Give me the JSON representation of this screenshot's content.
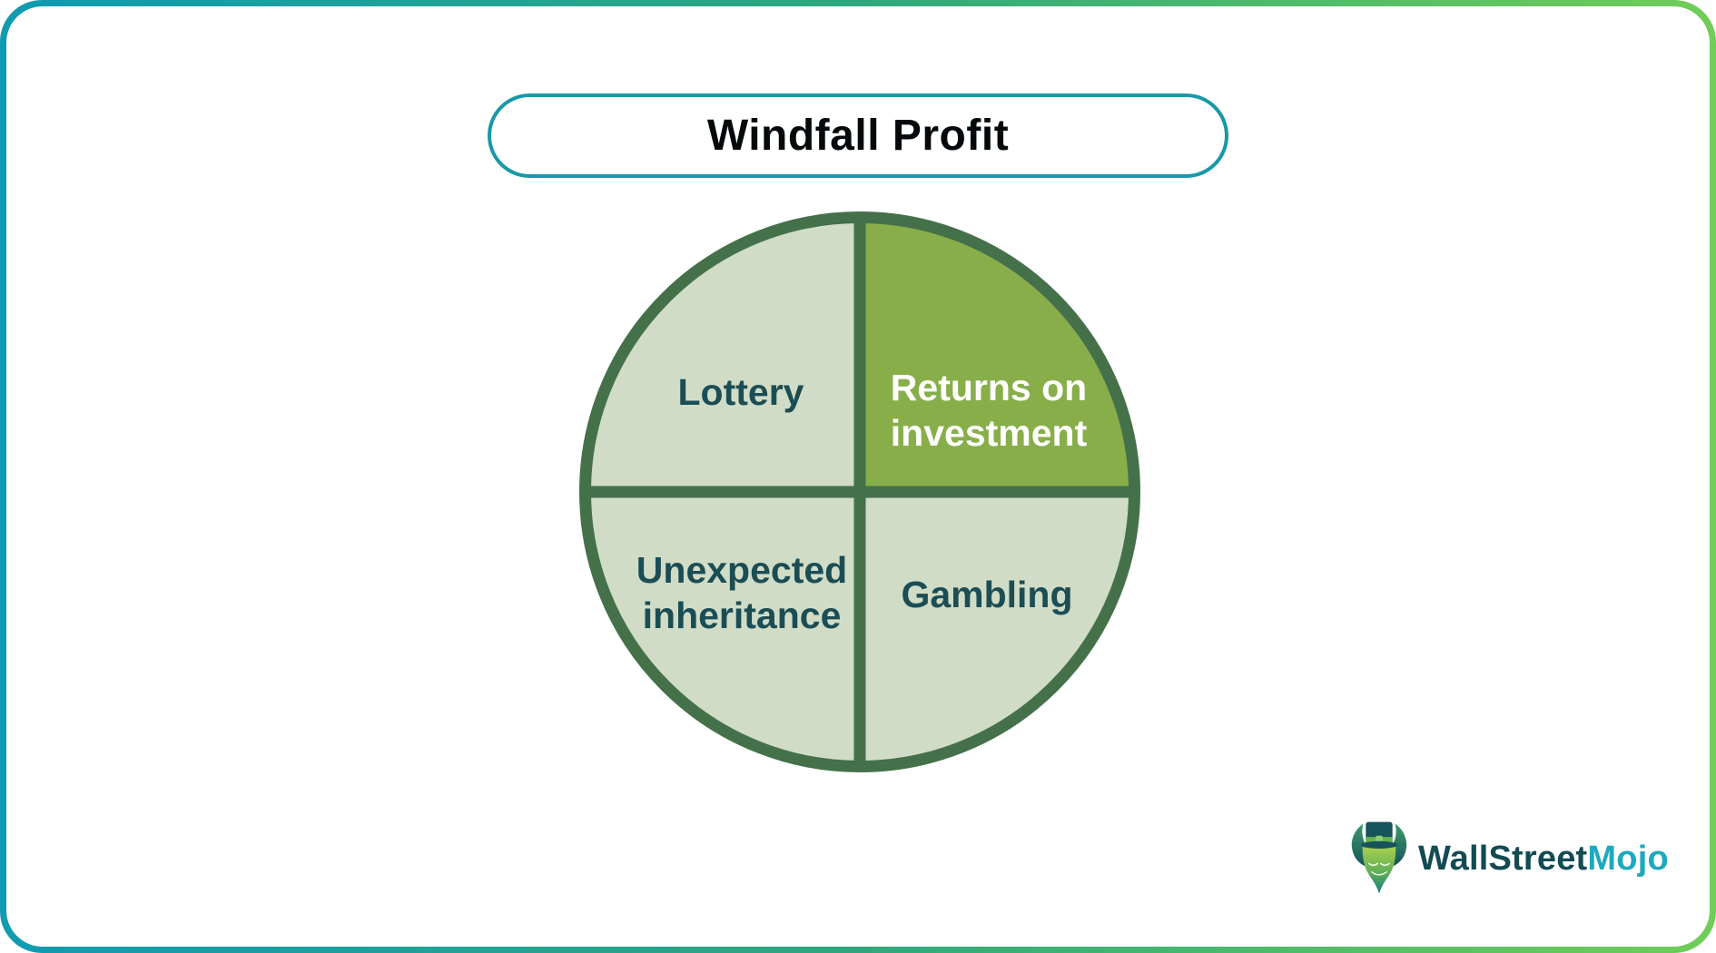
{
  "frame": {
    "gradient_left": "#0f9bb1",
    "gradient_mid": "#2fa87d",
    "gradient_right": "#70cd58"
  },
  "title": {
    "text": "Windfall Profit",
    "border_color": "#1898a9",
    "text_color": "#04090b"
  },
  "diagram": {
    "type": "quadrant-pie",
    "base_fill": "#d1dcc6",
    "stroke": "#44714a",
    "segments": [
      {
        "id": "lottery",
        "position": "top-left",
        "fill": "#d1dcc6",
        "text_color": "#1b4d55",
        "lines": [
          "Lottery"
        ]
      },
      {
        "id": "returns-on-investment",
        "position": "top-right",
        "fill": "#88ae4a",
        "text_color": "#ffffff",
        "lines": [
          "Returns on",
          "investment"
        ]
      },
      {
        "id": "unexpected-inheritance",
        "position": "bottom-left",
        "fill": "#d1dcc6",
        "text_color": "#1b4d55",
        "lines": [
          "Unexpected",
          "inheritance"
        ]
      },
      {
        "id": "gambling",
        "position": "bottom-right",
        "fill": "#d1dcc6",
        "text_color": "#1b4d55",
        "lines": [
          "Gambling"
        ]
      }
    ]
  },
  "logo": {
    "icon": "bull-with-top-hat",
    "brand_part1": "WallStreet",
    "brand_part2": "Mojo",
    "part1_color": "#134b52",
    "part2_color": "#1fa9bd"
  }
}
